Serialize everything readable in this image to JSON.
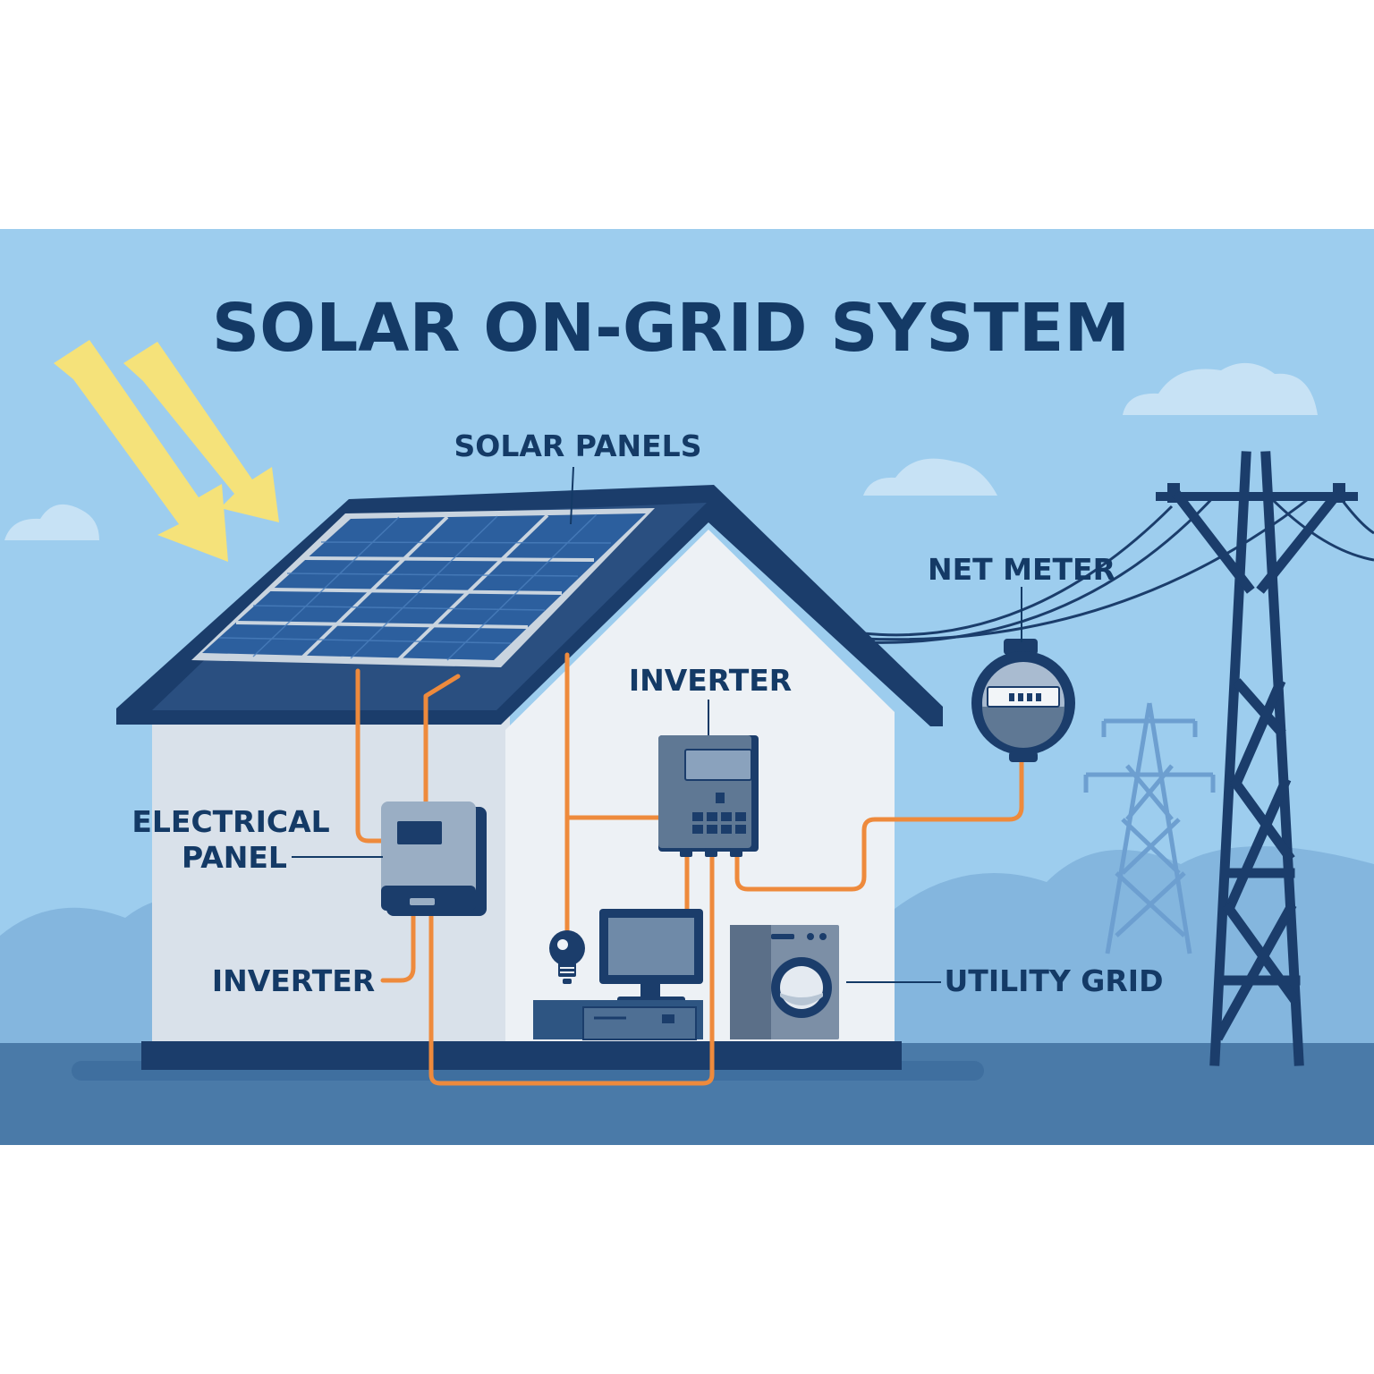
{
  "title": "SOLAR ON-GRID SYSTEM",
  "labels": {
    "solar_panels": "SOLAR PANELS",
    "net_meter": "NET METER",
    "inverter_top": "INVERTER",
    "electrical_panel_line1": "ELECTRICAL",
    "electrical_panel_line2": "PANEL",
    "inverter_bottom": "INVERTER",
    "utility_grid": "UTILITY GRID"
  },
  "colors": {
    "sky": "#9dcdee",
    "ground": "#4a7aa8",
    "navy": "#1b3d6b",
    "wire": "#ee8a3c",
    "sun_ray": "#f5e27a",
    "wall": "#e8edf3",
    "panel_cell": "#2c5f9e"
  }
}
